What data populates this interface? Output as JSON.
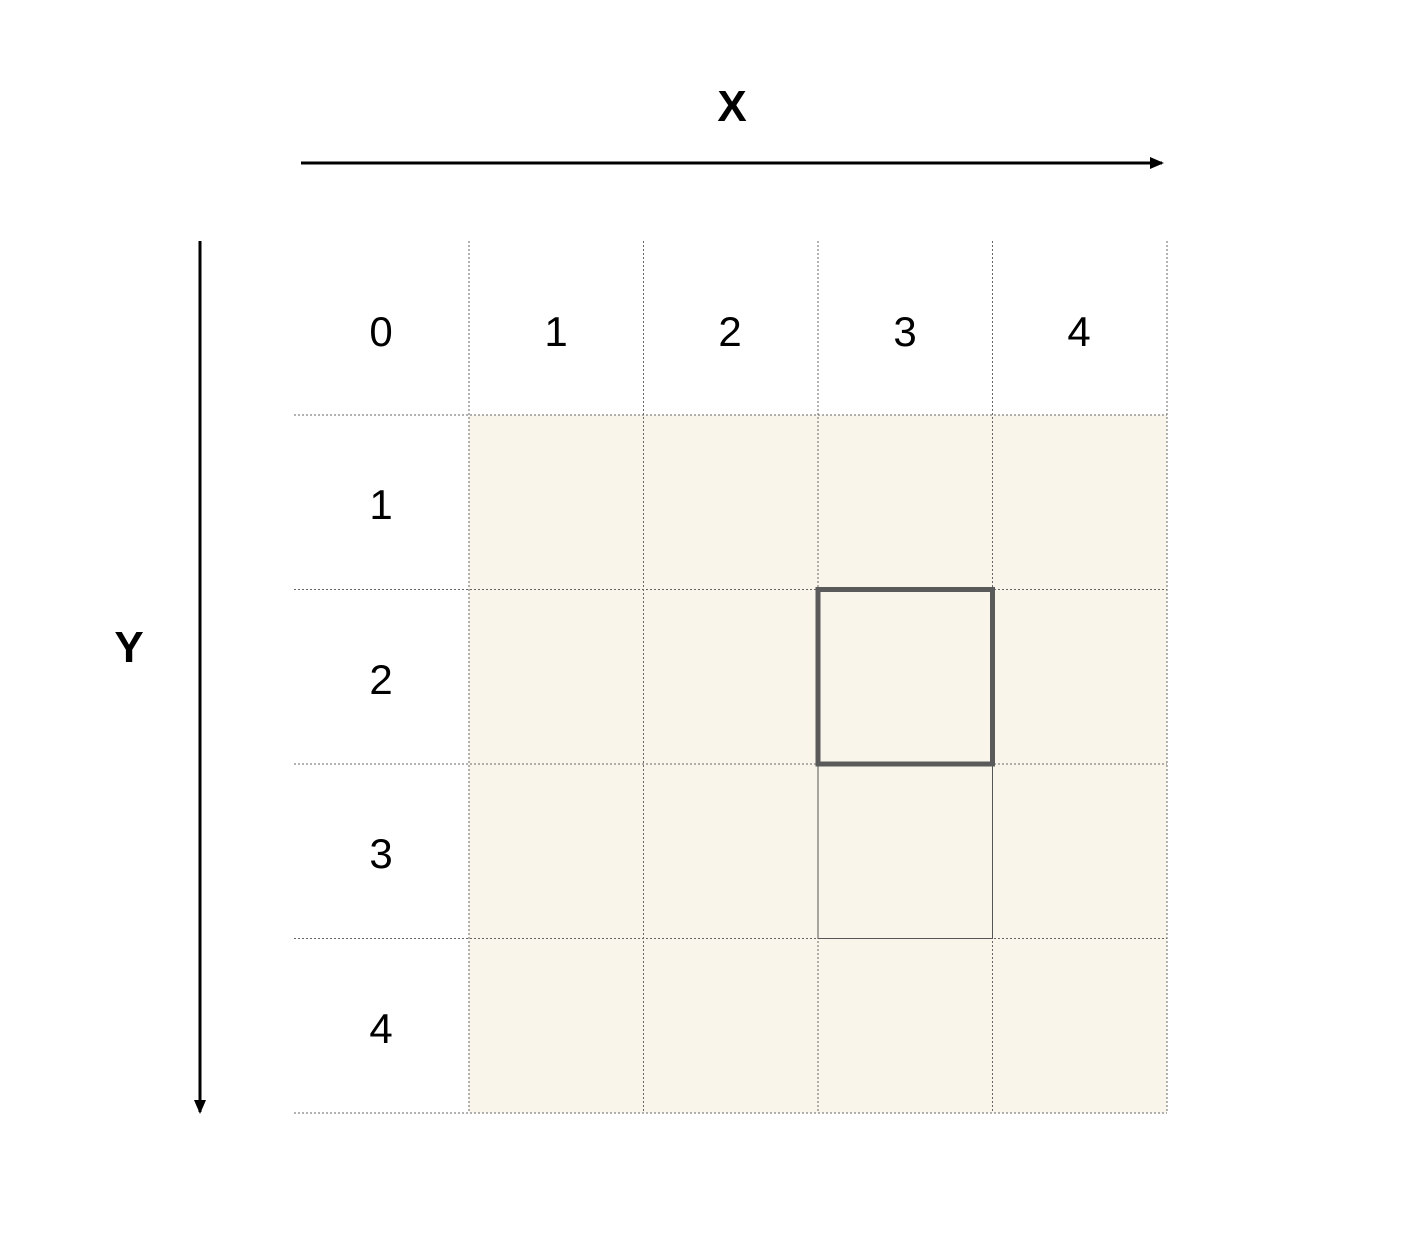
{
  "axes": {
    "x_label": "X",
    "y_label": "Y"
  },
  "grid": {
    "column_labels": [
      "0",
      "1",
      "2",
      "3",
      "4"
    ],
    "row_labels": [
      "1",
      "2",
      "3",
      "4"
    ],
    "columns": 4,
    "rows": 4,
    "highlighted_cell": {
      "col": 3,
      "row": 2
    },
    "outlined_cell": {
      "col": 3,
      "row": 3
    }
  },
  "colors": {
    "cell_fill": "#f9f5ea",
    "grid_line": "#666666",
    "highlight_border": "#5a5a5a",
    "axis": "#000000"
  }
}
